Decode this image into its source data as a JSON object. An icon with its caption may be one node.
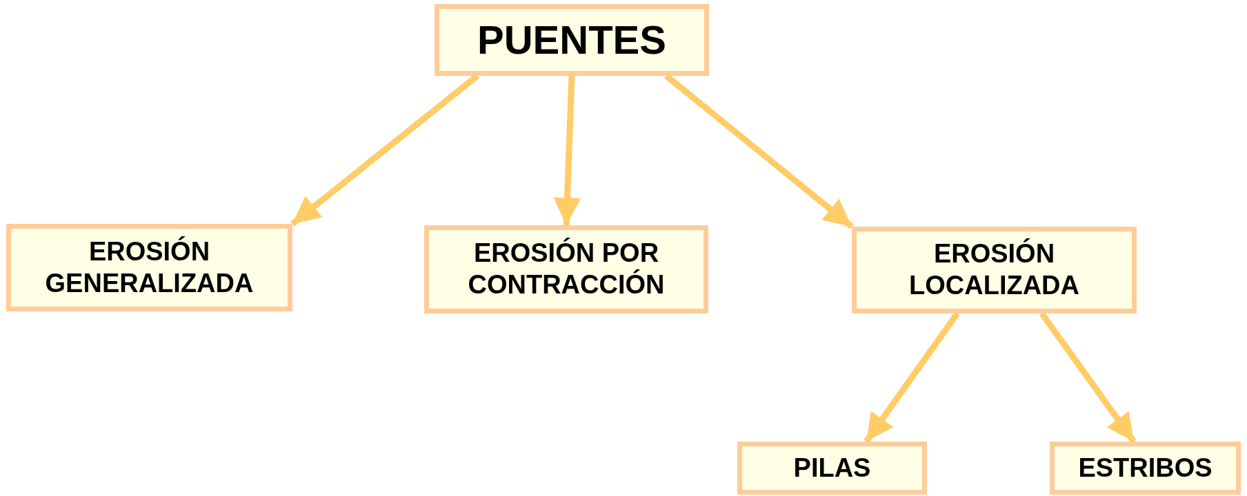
{
  "diagram": {
    "nodes": [
      {
        "text": [
          "PUENTES"
        ]
      },
      {
        "text": [
          "EROSIÓN GENERALIZADA"
        ]
      },
      {
        "text": [
          "EROSIÓN POR CONTRACCIÓN"
        ]
      },
      {
        "text": [
          "EROSIÓN LOCALIZADA"
        ]
      },
      {
        "text": [
          "PILAS"
        ]
      },
      {
        "text": [
          "ESTRIBOS"
        ]
      }
    ],
    "edges": [
      {
        "from": 0,
        "to": 1,
        "arrow": "to"
      },
      {
        "from": 0,
        "to": 2,
        "arrow": "to"
      },
      {
        "from": 0,
        "to": 3,
        "arrow": "to"
      },
      {
        "from": 3,
        "to": 4,
        "arrow": "to"
      },
      {
        "from": 3,
        "to": 5,
        "arrow": "to"
      }
    ]
  }
}
